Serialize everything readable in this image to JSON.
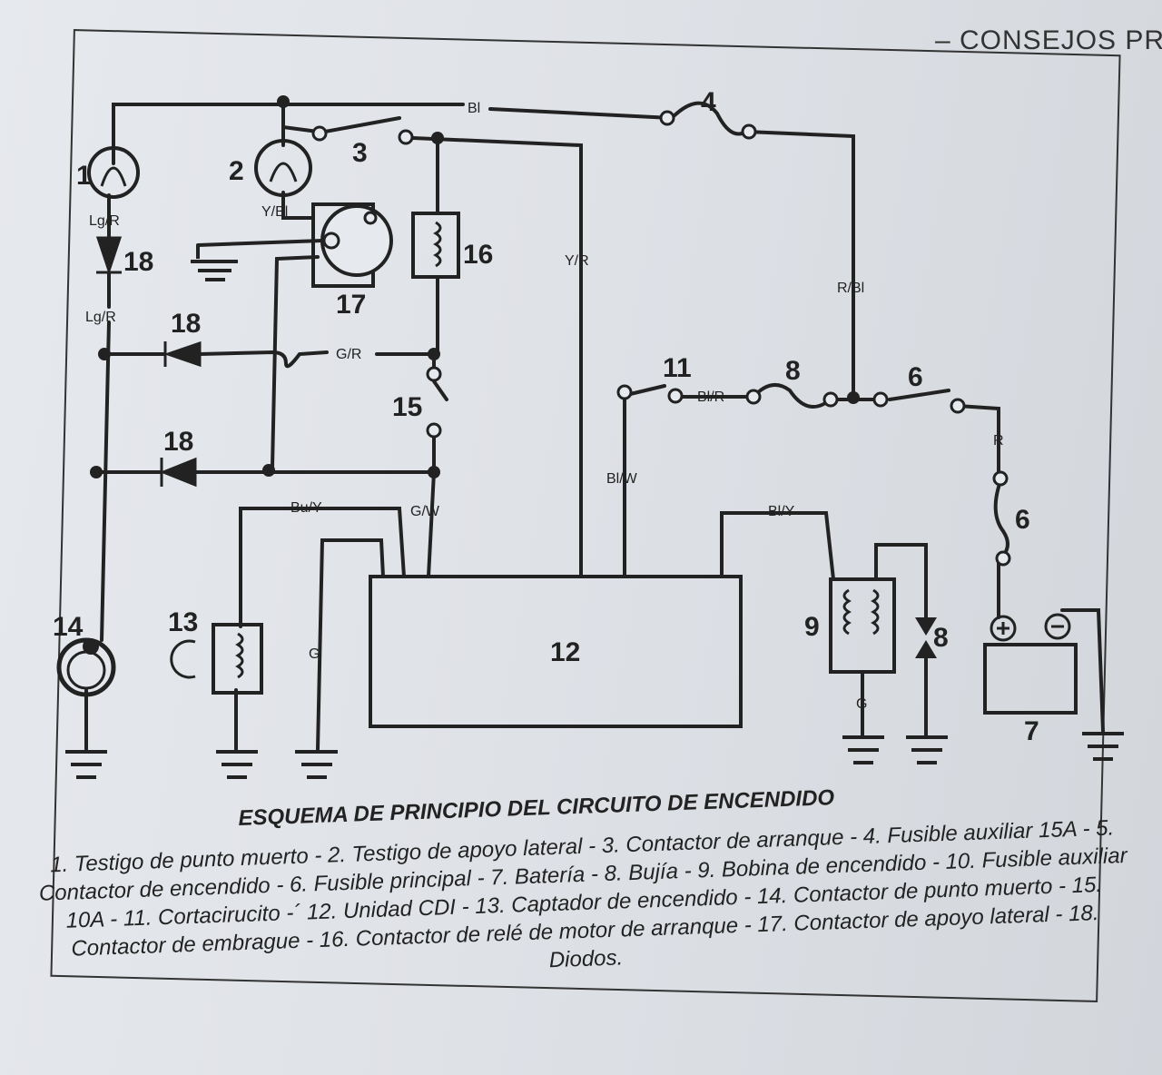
{
  "page": {
    "header": "– CONSEJOS PR",
    "caption_title": "ESQUEMA DE PRINCIPIO DEL CIRCUITO DE ENCENDIDO",
    "caption_body": "1. Testigo de punto muerto - 2. Testigo de apoyo lateral - 3. Contactor de arranque - 4. Fusible auxiliar 15A - 5. Contactor de encendido - 6. Fusible principal - 7. Batería - 8. Bujía - 9. Bobina de encendido - 10. Fusible auxiliar 10A - 11. Cortacirucito -´ 12. Unidad CDI - 13. Captador de encendido - 14. Contactor de punto muerto - 15. Contactor de embrague - 16. Contactor de relé de motor de arranque - 17. Contactor de apoyo lateral - 18. Diodos."
  },
  "components": {
    "c1": "1",
    "c2": "2",
    "c3": "3",
    "c4": "4",
    "c6a": "6",
    "c6b": "6",
    "c7": "7",
    "c8a": "8",
    "c8b": "8",
    "c9": "9",
    "c11": "11",
    "c12": "12",
    "c13": "13",
    "c14": "14",
    "c15": "15",
    "c16": "16",
    "c17": "17",
    "c18a": "18",
    "c18b": "18",
    "c18c": "18"
  },
  "wires": {
    "bl_top": "Bl",
    "lgr1": "Lg/R",
    "lgr2": "Lg/R",
    "ybl": "Y/Bl",
    "yr": "Y/R",
    "rbl": "R/Bl",
    "gr": "G/R",
    "blr": "Bl/R",
    "blw": "Bl/W",
    "r": "R",
    "buy": "Bu/Y",
    "gw": "G/W",
    "bly": "Bl/Y",
    "g1": "G",
    "g2": "G"
  },
  "colors": {
    "ink": "#222222",
    "paper": "#e2e5ea"
  }
}
